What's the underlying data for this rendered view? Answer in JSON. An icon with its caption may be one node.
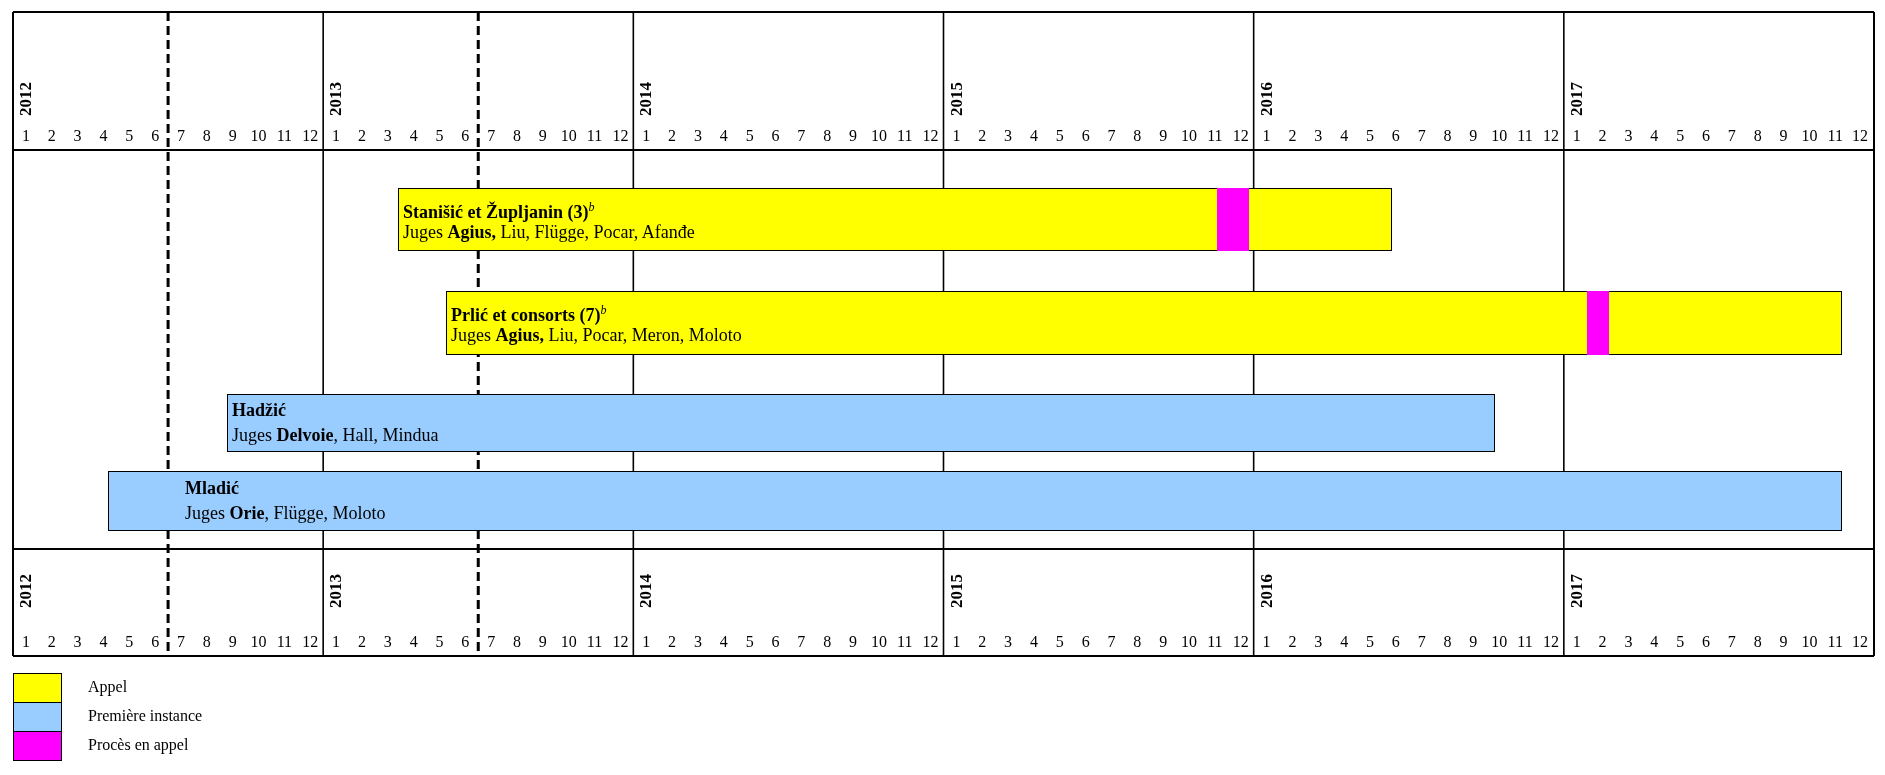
{
  "diagram": {
    "nodes": [
      {
        "text": [
          "Stanišić et Župljanin (3)$^{b}$",
          "Juges **Agius,** Liu, Flügge, Pocar, Afanđe"
        ]
      },
      {
        "text": [],
        "shape": "bar",
        "in": 0
      },
      {
        "text": [
          "Prlić et consorts (7)$^{b}$",
          "Juges **Agius,** Liu, Pocar, Meron, Moloto"
        ]
      },
      {
        "text": [],
        "shape": "bar",
        "in": 2
      },
      {
        "text": [
          "Hadžić",
          "Juges **Delvoie**, Hall, Mindua"
        ]
      },
      {
        "text": [
          "Mladić",
          "Juges **Orie**, Flügge, Moloto"
        ]
      }
    ],
    "labels": [
      "2012",
      "1",
      "2",
      "3",
      "4",
      "5",
      "6",
      "7",
      "8",
      "9",
      "10",
      "11",
      "12",
      "2013",
      "1",
      "2",
      "3",
      "4",
      "5",
      "6",
      "7",
      "8",
      "9",
      "10",
      "11",
      "12",
      "2014",
      "1",
      "2",
      "3",
      "4",
      "5",
      "6",
      "7",
      "8",
      "9",
      "10",
      "11",
      "12",
      "2015",
      "1",
      "2",
      "3",
      "4",
      "5",
      "6",
      "7",
      "8",
      "9",
      "10",
      "11",
      "12",
      "2016",
      "1",
      "2",
      "3",
      "4",
      "5",
      "6",
      "7",
      "8",
      "9",
      "10",
      "11",
      "12",
      "2017",
      "1",
      "2",
      "3",
      "4",
      "5",
      "6",
      "7",
      "8",
      "9",
      "10",
      "11",
      "12",
      "2012",
      "1",
      "2",
      "3",
      "4",
      "5",
      "6",
      "7",
      "8",
      "9",
      "10",
      "11",
      "12",
      "2013",
      "1",
      "2",
      "3",
      "4",
      "5",
      "6",
      "7",
      "8",
      "9",
      "10",
      "11",
      "12",
      "2014",
      "1",
      "2",
      "3",
      "4",
      "5",
      "6",
      "7",
      "8",
      "9",
      "10",
      "11",
      "12",
      "2015",
      "1",
      "2",
      "3",
      "4",
      "5",
      "6",
      "7",
      "8",
      "9",
      "10",
      "11",
      "12",
      "2016",
      "1",
      "2",
      "3",
      "4",
      "5",
      "6",
      "7",
      "8",
      "9",
      "10",
      "11",
      "12",
      "2017",
      "1",
      "2",
      "3",
      "4",
      "5",
      "6",
      "7",
      "8",
      "9",
      "10",
      "11",
      "12"
    ],
    "legend": [
      {
        "text": "Appel",
        "color": "#ffff00"
      },
      {
        "text": "Première instance",
        "color": "#99ccff"
      },
      {
        "text": "Procès en appel",
        "color": "#ff00ff"
      }
    ]
  }
}
